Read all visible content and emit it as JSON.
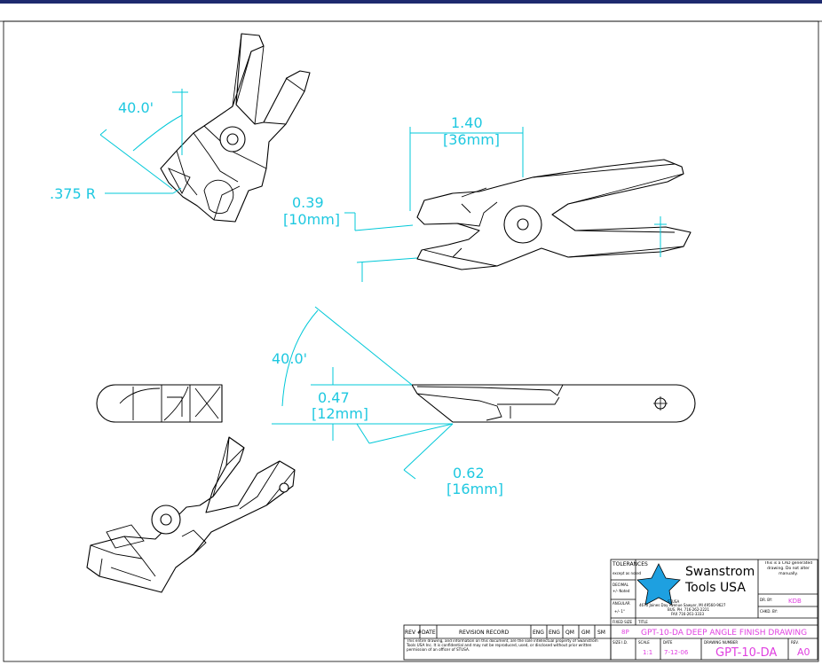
{
  "dimensions": {
    "top_width_in": "1.40",
    "top_width_mm": "[36mm]",
    "tip_in": "0.39",
    "tip_mm": "[10mm]",
    "iso_angle": "40.0'",
    "iso_radius": ".375 R",
    "side_angle": "40.0'",
    "side_height_in": "0.47",
    "side_height_mm": "[12mm]",
    "side_len_in": "0.62",
    "side_len_mm": "[16mm]"
  },
  "title_block": {
    "company_line1": "Swanstrom",
    "company_line2": "Tools USA",
    "logo_label": "STUSA",
    "address1": "4670 Jaines Day Avenue Sawyer, MI 49560-9627",
    "address2": "BUS. PH. 716-262-2221",
    "address3": "FAX 716-261-3333",
    "tolerances": "TOLERANCES",
    "tol_sub": "except as noted",
    "decimal": "DECIMAL",
    "decimal_val": "+/- Noted",
    "angular": "ANGULAR",
    "angular_val": "+/- 1°",
    "cad_note": "This is a CAD generated drawing. Do not alter manually.",
    "dr_by_label": "DR. BY:",
    "dr_by_value": "KDB",
    "chkd_by_label": "CHKD. BY:",
    "fixed_size_label": "FIXED SIZE",
    "fixed_size_value": "8P",
    "title_label": "TITLE",
    "title_value": "GPT-10-DA DEEP ANGLE FINISH DRAWING",
    "size_label": "SIZE I.D.",
    "scale_label": "SCALE",
    "scale_value": "1:1",
    "date_label": "DATE",
    "date_value": "7-12-06",
    "drawing_number_label": "DRAWING NUMBER",
    "drawing_number_value": "GPT-10-DA",
    "rev_label": "REV.",
    "rev_value": "A0"
  },
  "revision_table": {
    "headers": [
      "REV #",
      "DATE",
      "REVISION RECORD",
      "ENG",
      "ENG",
      "QM",
      "GM",
      "SM"
    ],
    "notice": "This entire drawing, and information on this document, are the sole intellectual property of Swanstrom Tools USA Inc. It is confidential and may not be reproduced, used, or disclosed without prior written permission of an officer of STUSA."
  },
  "colors": {
    "dimension": "#00c8d8",
    "highlight": "#e040e0",
    "frame_bar": "#1e2a6e"
  }
}
